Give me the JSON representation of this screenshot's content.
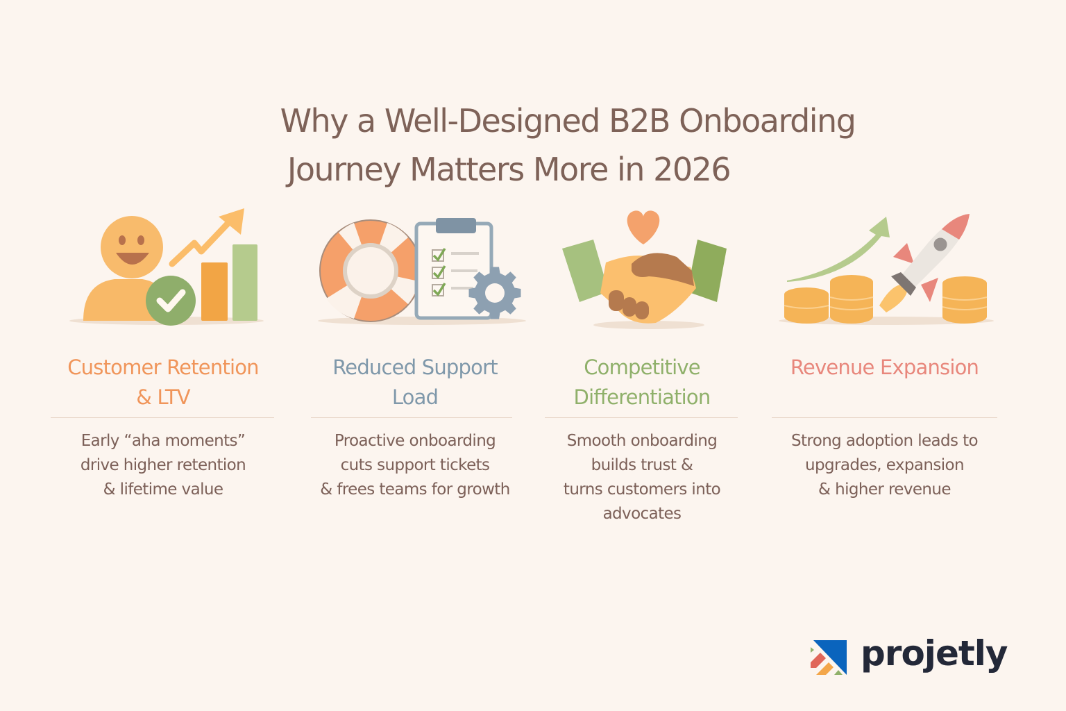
{
  "title": {
    "line1": "Why a Well-Designed B2B Onboarding",
    "line2": "Journey Matters More in 2026"
  },
  "cards": [
    {
      "icon": "smiling-customer-growth-chart-icon",
      "heading_lines": [
        "Customer Retention",
        "& LTV"
      ],
      "color": "#f0955a",
      "desc_lines": [
        "Early “aha moments”",
        "drive higher retention",
        "& lifetime value"
      ]
    },
    {
      "icon": "lifebuoy-checklist-gear-icon",
      "heading_lines": [
        "Reduced Support",
        "Load"
      ],
      "color": "#7f98aa",
      "desc_lines": [
        "Proactive onboarding",
        "cuts support tickets",
        "& frees teams for growth"
      ]
    },
    {
      "icon": "handshake-heart-icon",
      "heading_lines": [
        "Competitive",
        "Differentiation"
      ],
      "color": "#8fb06a",
      "desc_lines": [
        "Smooth onboarding",
        "builds trust &",
        "turns customers into",
        "advocates"
      ]
    },
    {
      "icon": "rocket-coins-growth-icon",
      "heading_lines": [
        "Revenue Expansion"
      ],
      "color": "#e8877c",
      "desc_lines": [
        "Strong adoption leads to",
        "upgrades, expansion",
        "& higher revenue"
      ]
    }
  ],
  "brand": {
    "name": "projetly",
    "colors": {
      "blue": "#0a64bd",
      "red": "#e0675a",
      "orange": "#f3a64a",
      "green": "#8fb06a",
      "text": "#232838"
    }
  },
  "background": "#fcf5ef"
}
